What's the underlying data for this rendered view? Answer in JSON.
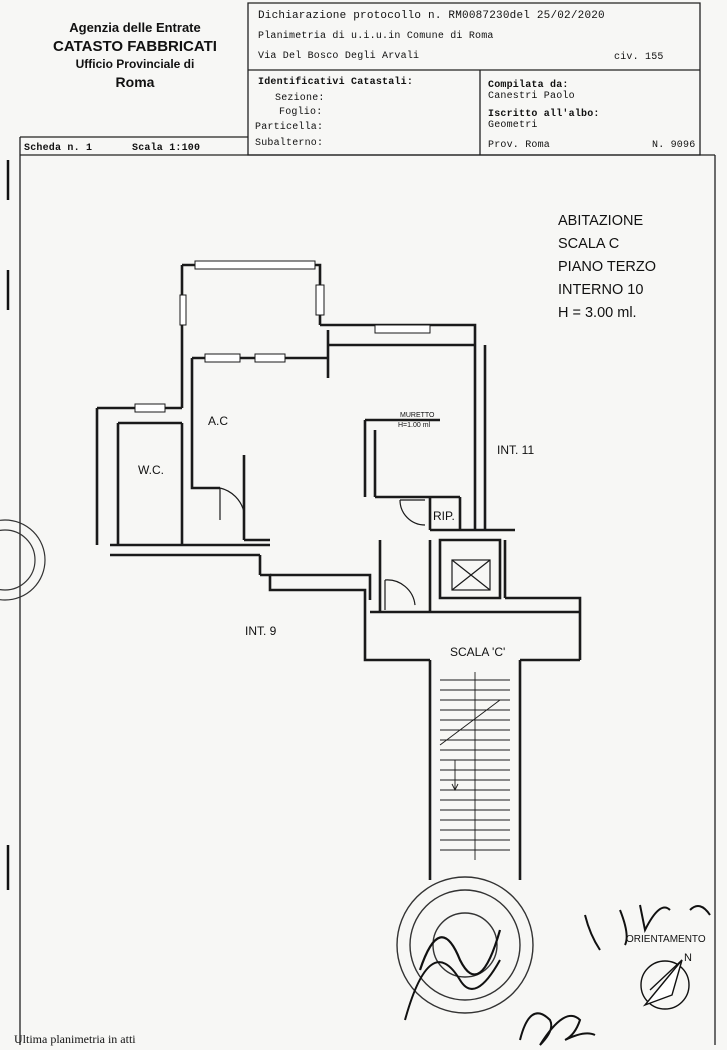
{
  "header": {
    "agency": {
      "line1": "Agenzia delle Entrate",
      "line2": "CATASTO FABBRICATI",
      "line3": "Ufficio Provinciale di",
      "line4": "Roma"
    },
    "protocol": "Dichiarazione protocollo n. RM0087230del  25/02/2020",
    "planimetria": "Planimetria di u.i.u.in Comune di Roma",
    "address": "Via Del Bosco Degli Arvali",
    "civ": "civ. 155",
    "identificativi": {
      "title": "Identificativi Catastali:",
      "sezione": "Sezione:",
      "foglio": "Foglio:",
      "particella": "Particella:",
      "subalterno": "Subalterno:"
    },
    "compilata": {
      "label": "Compilata da:",
      "name": "Canestri Paolo",
      "iscritto_label": "Iscritto all'albo:",
      "iscritto_value": "Geometri",
      "prov": "Prov. Roma",
      "number": "N. 9096"
    },
    "scheda": "Scheda n. 1",
    "scala": "Scala 1:100"
  },
  "info_block": {
    "line1": "ABITAZIONE",
    "line2": "SCALA C",
    "line3": "PIANO TERZO",
    "line4": "INTERNO 10",
    "line5": "H = 3.00 ml."
  },
  "plan_labels": {
    "ac": "A.C",
    "wc": "W.C.",
    "muretto": "MURETTO",
    "muretto_h": "H=1.00 ml",
    "int11": "INT. 11",
    "rip": "RIP.",
    "int9": "INT. 9",
    "scala_c": "SCALA 'C'"
  },
  "orientamento": {
    "label": "ORIENTAMENTO",
    "north": "N"
  },
  "footer": {
    "note": "Ultima planimetria in atti"
  }
}
